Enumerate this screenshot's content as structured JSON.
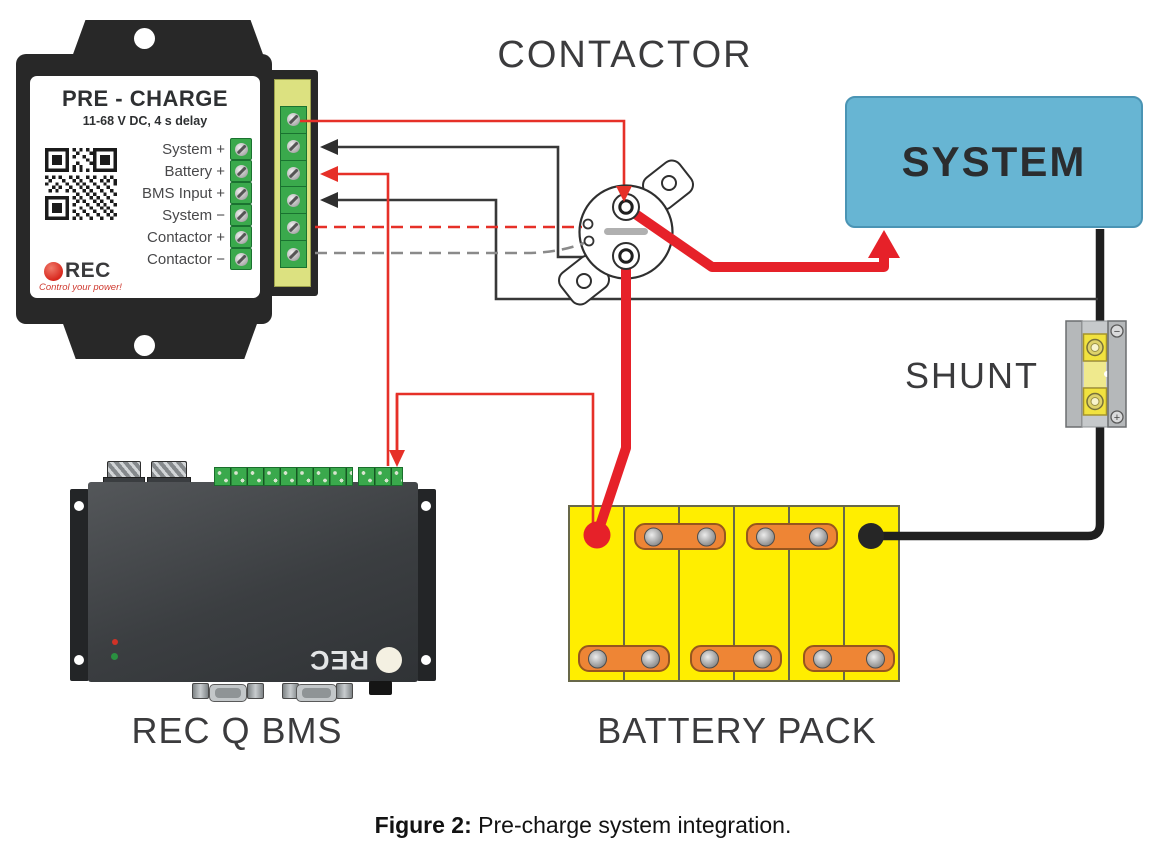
{
  "colors": {
    "wire_red": "#e62129",
    "wire_black": "#1f1f1f",
    "system_blue": "#67b5d3",
    "battery_yellow": "#ffee00",
    "busbar_orange": "#ee8535",
    "terminal_green": "#3aa94c"
  },
  "precharge": {
    "title": "PRE - CHARGE",
    "subtitle": "11-68 V DC, 4 s delay",
    "terminals": [
      "System +",
      "Battery +",
      "BMS Input +",
      "System −",
      "Contactor +",
      "Contactor −"
    ],
    "brand": "REC",
    "tagline": "Control your power!"
  },
  "labels": {
    "contactor": "CONTACTOR",
    "system": "SYSTEM",
    "shunt": "SHUNT",
    "bms": "REC Q BMS",
    "battery_pack": "BATTERY PACK"
  },
  "bms": {
    "logo": "REC"
  },
  "shunt": {
    "negative": "−",
    "positive": "+"
  },
  "caption": {
    "prefix": "Figure 2:",
    "text": " Pre-charge system integration."
  }
}
